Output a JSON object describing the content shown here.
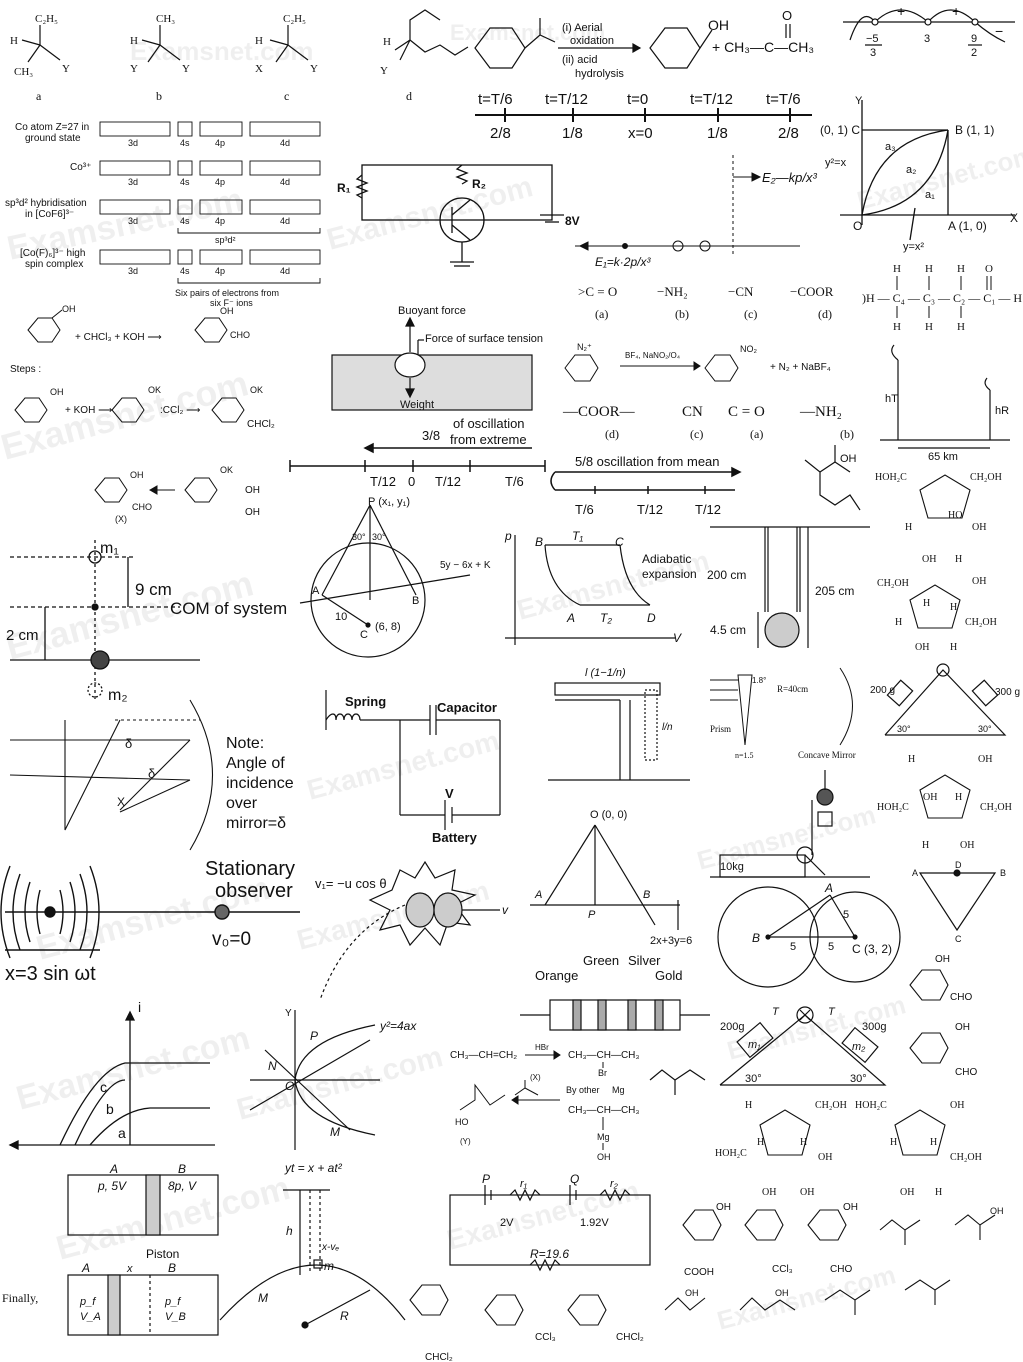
{
  "watermark": "Examsnet.com",
  "stereo": {
    "labels": [
      "a",
      "b",
      "c",
      "d"
    ],
    "a_top": "C₂H₅",
    "a_left": "H",
    "a_bottom": "CH₃",
    "a_right": "Y",
    "b_top": "CH₃",
    "b_left": "H",
    "b_bottom": "Y",
    "b_right": "Y",
    "c_top": "C₂H₅",
    "c_left": "H",
    "c_bottom": "X",
    "c_right": "Y",
    "d_left": "H",
    "d_bottom": "Y"
  },
  "cumene": {
    "step1": "(i) Aerial",
    "step1b": "oxidation",
    "step2": "(ii) acid",
    "step2b": "hydrolysis",
    "oh": "OH",
    "plus_acetone": "+ CH₃—C—CH₃",
    "o": "O"
  },
  "sign_chart": {
    "p1": "−5",
    "p1d": "3",
    "p2": "3",
    "p3": "9",
    "p3d": "2",
    "plus": "+",
    "minus": "−"
  },
  "time_axis": {
    "top": [
      "t=T/6",
      "t=T/12",
      "t=0",
      "t=T/12",
      "t=T/6"
    ],
    "bottom": [
      "2/8",
      "1/8",
      "x=0",
      "1/8",
      "2/8"
    ]
  },
  "cobalt": {
    "r1": "Co atom Z=27 in",
    "r1b": "ground state",
    "r2": "Co³⁺",
    "r3": "sp³d² hybridisation",
    "r3b": "in [CoF6]³⁻",
    "r4": "[Co(F)₆]³⁻ high",
    "r4b": "spin complex",
    "l3d": "3d",
    "l4s": "4s",
    "l4p": "4p",
    "l4d": "4d",
    "hyb": "sp³d²",
    "note": "Six pairs of electrons from",
    "note2": "six F⁻ ions"
  },
  "circuit1": {
    "r1": "R₁",
    "r2": "R₂",
    "v": "8V"
  },
  "dipole": {
    "e2": "E₂—kp/x³",
    "e1": "E₁=k·2p/x³"
  },
  "area_graph": {
    "y": "Y",
    "x": "X",
    "c": "(0, 1) C",
    "b": "B (1, 1)",
    "a": "A (1, 0)",
    "o": "O",
    "a3": "a₃",
    "a2": "a₂",
    "a1": "a₁",
    "curve1": "y²=x",
    "curve2": "y=x²"
  },
  "groups": {
    "items": [
      ">C = O",
      "−NH₂",
      "−CN",
      "−COOR"
    ],
    "labels": [
      "(a)",
      "(b)",
      "(c)",
      "(d)"
    ]
  },
  "butanal": {
    "chain": ")H — C₄ — C₃ — C₂ — C₁ — H",
    "h": "H",
    "o": "O"
  },
  "reimer": {
    "reagents": "+ CHCl₃ + KOH ⟶",
    "steps": "Steps :",
    "koh": "+ KOH ⟶",
    "ccl2": ":CCl₂ ⟶",
    "chcl2": "CHCl₂",
    "ok": "OK",
    "oh": "OH",
    "cho": "CHO",
    "x": "(X)"
  },
  "surface": {
    "buoyant": "Buoyant force",
    "tension": "Force of surface tension",
    "weight": "Weight"
  },
  "diazo": {
    "n2": "N₂⁺",
    "reagent": "BF₄, NaNO₂/O₄",
    "no2": "NO₂",
    "products": "+ N₂ + NaBF₄"
  },
  "priority": {
    "d": "—COOR—",
    "c": "CN",
    "a": "C = O",
    "b": "—NH₂",
    "labels": [
      "(d)",
      "(c)",
      "(a)",
      "(b)"
    ]
  },
  "towers": {
    "ht": "hT",
    "hr": "hR",
    "dist": "65 km"
  },
  "osc": {
    "top1": "3/8",
    "top2": "of oscillation",
    "top3": "from extreme",
    "ticks": [
      "T/12",
      "0",
      "T/12",
      "T/6"
    ],
    "mean": "5/8 oscillation from mean",
    "ticks2": [
      "T/6",
      "T/12",
      "T/12"
    ]
  },
  "alcohol": {
    "oh": "OH"
  },
  "sugars1": {
    "hoh2c": "HOH₂C",
    "ch2oh": "CH₂OH",
    "h": "H",
    "ho": "HO",
    "oh": "OH"
  },
  "com": {
    "m1": "m₁",
    "m2": "m₂",
    "d1": "9 cm",
    "d2": "2 cm",
    "label": "COM of system"
  },
  "circle_geo": {
    "p": "P (x₁, y₁)",
    "a30": "30°",
    "a30b": "30°",
    "line": "5y − 6x + K",
    "a": "A",
    "b": "B",
    "c": "C",
    "r": "10",
    "center": "(6, 8)"
  },
  "pv": {
    "p": "p",
    "v": "V",
    "b": "B",
    "c": "C",
    "a": "A",
    "d": "D",
    "t1": "T₁",
    "t2": "T₂",
    "adiabatic": "Adiabatic",
    "expansion": "expansion"
  },
  "pendulum": {
    "l1": "200 cm",
    "l2": "205 cm",
    "l3": "4.5 cm"
  },
  "sugars2": {
    "ch2oh": "CH₂OH",
    "oh": "OH",
    "h": "H"
  },
  "mirror": {
    "note1": "Note:",
    "note2": "Angle of",
    "note3": "incidence",
    "note4": "over",
    "note5": "mirror=δ",
    "delta": "δ",
    "x": "X"
  },
  "spring": {
    "spring": "Spring",
    "capacitor": "Capacitor",
    "v": "V",
    "battery": "Battery"
  },
  "chain": {
    "len": "l (1−1/n)",
    "hang": "l/n"
  },
  "prism": {
    "angle": "1.8°",
    "r": "R=40cm",
    "prism": "Prism",
    "n": "n=1.5",
    "mirror": "Concave Mirror"
  },
  "incline1": {
    "m1": "200 g",
    "m2": "300 g",
    "a1": "30°",
    "a2": "30°"
  },
  "sugars3": {
    "h": "H",
    "oh": "OH",
    "hoh2c": "HOH₂C",
    "ch2oh": "CH₂OH"
  },
  "block": {
    "mass": "10kg"
  },
  "triangle": {
    "a": "A",
    "b": "B",
    "c": "C",
    "d": "D"
  },
  "doppler": {
    "title1": "Stationary",
    "title2": "observer",
    "v0": "v₀=0",
    "x": "x=3 sin ωt"
  },
  "explosion": {
    "v1": "v₁= −u cos θ",
    "v": "v"
  },
  "triangle2": {
    "o": "O (0, 0)",
    "a": "A",
    "b": "B",
    "p": "P",
    "line": "2x+3y=6"
  },
  "circles": {
    "a": "A",
    "b": "B",
    "c": "C (3, 2)",
    "r1": "5",
    "r2": "5",
    "r3": "5"
  },
  "salicyl": {
    "oh": "OH",
    "cho": "CHO"
  },
  "resistor": {
    "orange": "Orange",
    "green": "Green",
    "silver": "Silver",
    "gold": "Gold"
  },
  "current": {
    "i": "i",
    "a": "a",
    "b": "b",
    "c": "c"
  },
  "parabola": {
    "y": "Y",
    "p": "P",
    "n": "N",
    "o": "O",
    "m": "M",
    "eq": "y²=4ax"
  },
  "grignard": {
    "r1": "CH₃—CH=CH₂",
    "hbr": "HBr",
    "p1": "CH₃—CH—CH₃",
    "br": "Br",
    "x": "(X)",
    "mg": "Mg",
    "other": "By other",
    "y": "(Y)",
    "ho": "HO",
    "oh": "OH",
    "p2": "CH₃—CH—CH₃"
  },
  "incline2": {
    "m1": "200g",
    "m2": "300g",
    "a1": "30°",
    "a2": "30°",
    "t": "T",
    "t2": "T",
    "mm1": "m₁",
    "mm2": "m₂"
  },
  "sugars4": {
    "h": "H",
    "oh": "OH",
    "hoh2c": "HOH₂C",
    "ch2oh": "CH₂OH"
  },
  "piston": {
    "a": "A",
    "b": "B",
    "pa": "p, 5V",
    "pb": "8p, V",
    "piston": "Piston",
    "finally": "Finally,",
    "x": "x",
    "pf": "p_f",
    "va": "V_A",
    "vb": "V_B"
  },
  "rocket": {
    "eq": "yt = x + at²",
    "h": "h",
    "xv": "x-vₑ",
    "m": "m",
    "bm": "M",
    "r": "R"
  },
  "circuit2": {
    "p": "P",
    "q": "Q",
    "r1": "r₁",
    "r2": "r₂",
    "v1": "2V",
    "v2": "1.92V",
    "r": "R=19.6"
  },
  "phenols": {
    "oh": "OH",
    "cooh": "COOH",
    "ccl3": "CCl₃",
    "cho": "CHO",
    "chcl2": "CHCl₂"
  }
}
